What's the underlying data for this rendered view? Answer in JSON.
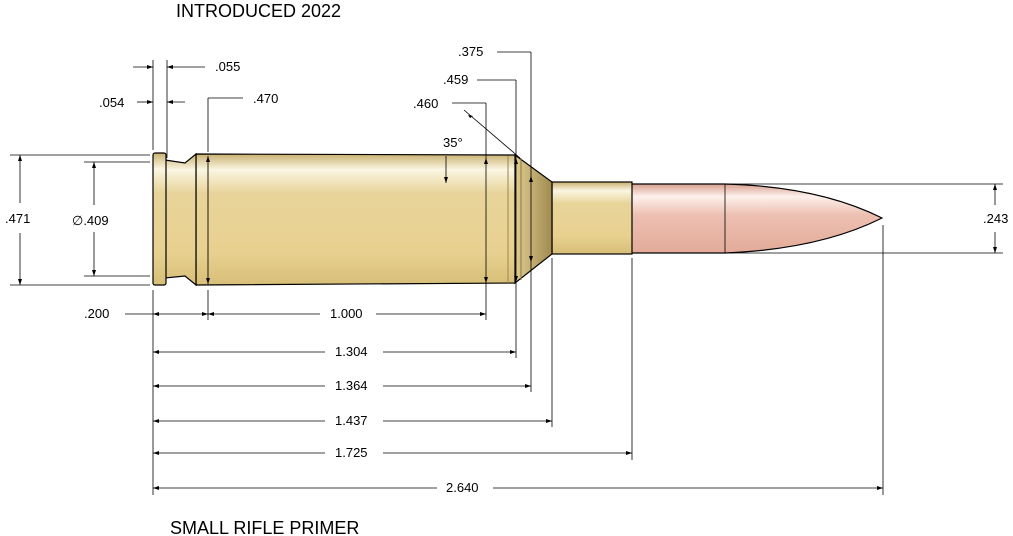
{
  "header": {
    "introduced": "INTRODUCED 2022"
  },
  "footer": {
    "primer": "SMALL RIFLE PRIMER"
  },
  "dimensions": {
    "rim_thickness": ".055",
    "extractor_groove": ".054",
    "base_diameter": ".470",
    "shoulder_diameter": ".460",
    "neck_outer_diameter": ".459",
    "neck_inner_diameter": ".375",
    "shoulder_angle": "35°",
    "rim_diameter": ".471",
    "head_diameter": "∅.409",
    "bullet_diameter": ".243",
    "base_to_body": ".200",
    "body_length": "1.000",
    "to_shoulder": "1.304",
    "to_neck": "1.364",
    "case_length": "1.437",
    "to_bullet_ogive": "1.725",
    "overall_length": "2.640"
  },
  "colors": {
    "brass": "#e4d090",
    "brass_light": "#fbf6e2",
    "brass_dark": "#b8a060",
    "copper": "#e8b2a0",
    "copper_light": "#fdf0ec",
    "line": "#000000"
  }
}
